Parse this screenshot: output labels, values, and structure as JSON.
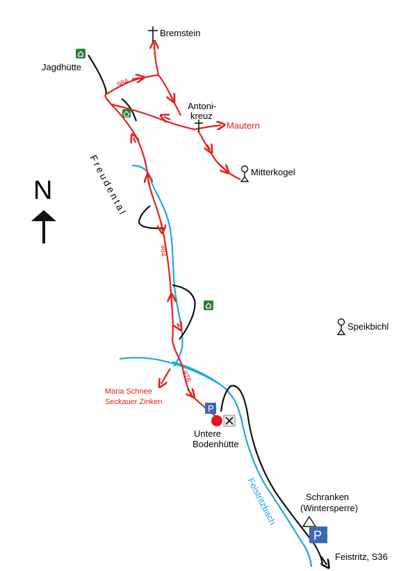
{
  "colors": {
    "trail": "#e32119",
    "road": "#111111",
    "stream": "#20a6e0",
    "parking": "#3c69b4",
    "hut": "#2f7d3a"
  },
  "labels": {
    "bremstein": "Bremstein",
    "jagdhuette": "Jagdhütte",
    "antonikreuz_1": "Antoni-",
    "antonikreuz_2": "kreuz",
    "mautern": "Mautern",
    "mitterkogel": "Mitterkogel",
    "freudental": "Freudental",
    "speikbichl": "Speikbichl",
    "maria_schnee": "Maria Schnee",
    "seckauer_zinken": "Seckauer Zinken",
    "untere_1": "Untere",
    "untere_2": "Bodenhütte",
    "feistritzbach": "Feistritzbach",
    "schranken_1": "Schranken",
    "schranken_2": "(Wintersperre)",
    "feistritz": "Feistritz, S36"
  },
  "trail_numbers": {
    "t984_top": "984",
    "t984_mid": "984",
    "t978": "978"
  },
  "north": {
    "letter": "N"
  },
  "parking": {
    "letter": "P"
  },
  "icons": {
    "summit_cross": "cross-icon",
    "summit": "summit-icon",
    "hut": "hut-icon",
    "parking": "parking-icon",
    "restaurant": "fork-knife-icon",
    "barrier": "barrier-triangle-icon",
    "start": "start-point-icon",
    "north": "north-arrow-icon"
  }
}
